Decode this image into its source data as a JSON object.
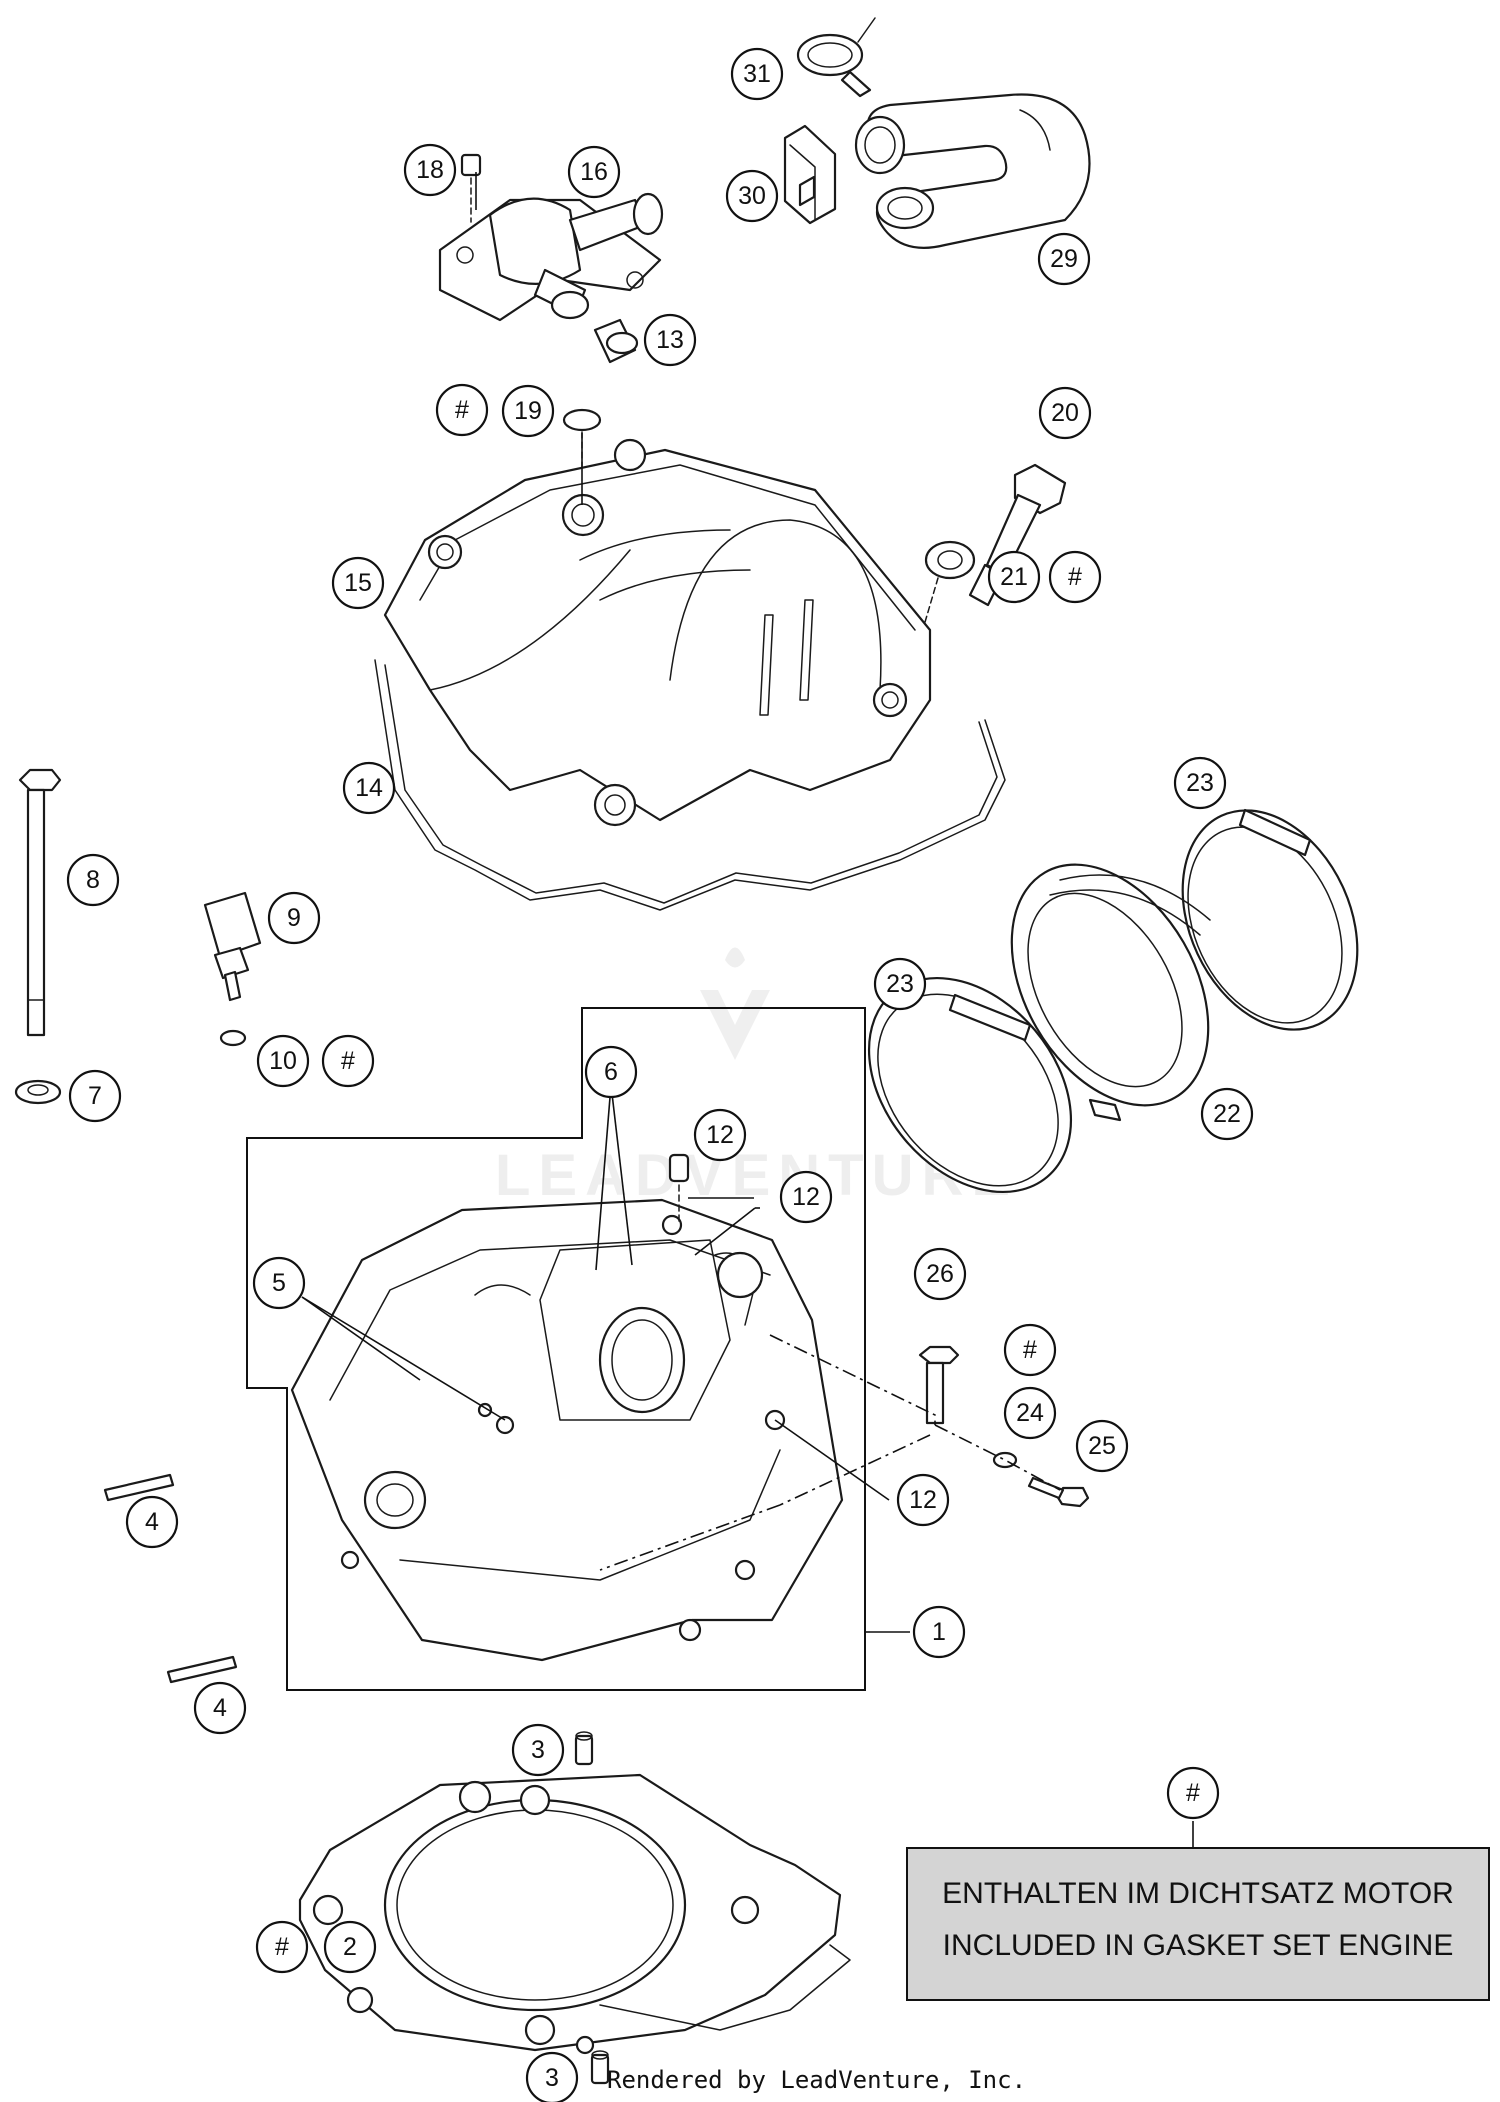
{
  "diagram": {
    "callouts": [
      {
        "id": "c31",
        "label": "31"
      },
      {
        "id": "c30",
        "label": "30"
      },
      {
        "id": "c29",
        "label": "29"
      },
      {
        "id": "c18",
        "label": "18"
      },
      {
        "id": "c16",
        "label": "16"
      },
      {
        "id": "c13",
        "label": "13"
      },
      {
        "id": "chash19",
        "label": "#"
      },
      {
        "id": "c19",
        "label": "19"
      },
      {
        "id": "c20",
        "label": "20"
      },
      {
        "id": "c15",
        "label": "15"
      },
      {
        "id": "c21",
        "label": "21"
      },
      {
        "id": "chash21",
        "label": "#"
      },
      {
        "id": "c14",
        "label": "14"
      },
      {
        "id": "c23a",
        "label": "23"
      },
      {
        "id": "c8",
        "label": "8"
      },
      {
        "id": "c9",
        "label": "9"
      },
      {
        "id": "c23b",
        "label": "23"
      },
      {
        "id": "c10",
        "label": "10"
      },
      {
        "id": "chash10",
        "label": "#"
      },
      {
        "id": "c7",
        "label": "7"
      },
      {
        "id": "c6",
        "label": "6"
      },
      {
        "id": "c12a",
        "label": "12"
      },
      {
        "id": "c22",
        "label": "22"
      },
      {
        "id": "c12b",
        "label": "12"
      },
      {
        "id": "c5",
        "label": "5"
      },
      {
        "id": "c26",
        "label": "26"
      },
      {
        "id": "chash24",
        "label": "#"
      },
      {
        "id": "c24",
        "label": "24"
      },
      {
        "id": "c25",
        "label": "25"
      },
      {
        "id": "c12c",
        "label": "12"
      },
      {
        "id": "c4a",
        "label": "4"
      },
      {
        "id": "c1",
        "label": "1"
      },
      {
        "id": "c4b",
        "label": "4"
      },
      {
        "id": "c3a",
        "label": "3"
      },
      {
        "id": "chashlegend",
        "label": "#"
      },
      {
        "id": "chash2",
        "label": "#"
      },
      {
        "id": "c2",
        "label": "2"
      },
      {
        "id": "c3b",
        "label": "3"
      }
    ],
    "legend": {
      "line1": "ENTHALTEN IM DICHTSATZ MOTOR",
      "line2": "INCLUDED IN GASKET SET ENGINE"
    },
    "watermark": "LEADVENTURE",
    "credit": "Rendered by LeadVenture, Inc."
  }
}
